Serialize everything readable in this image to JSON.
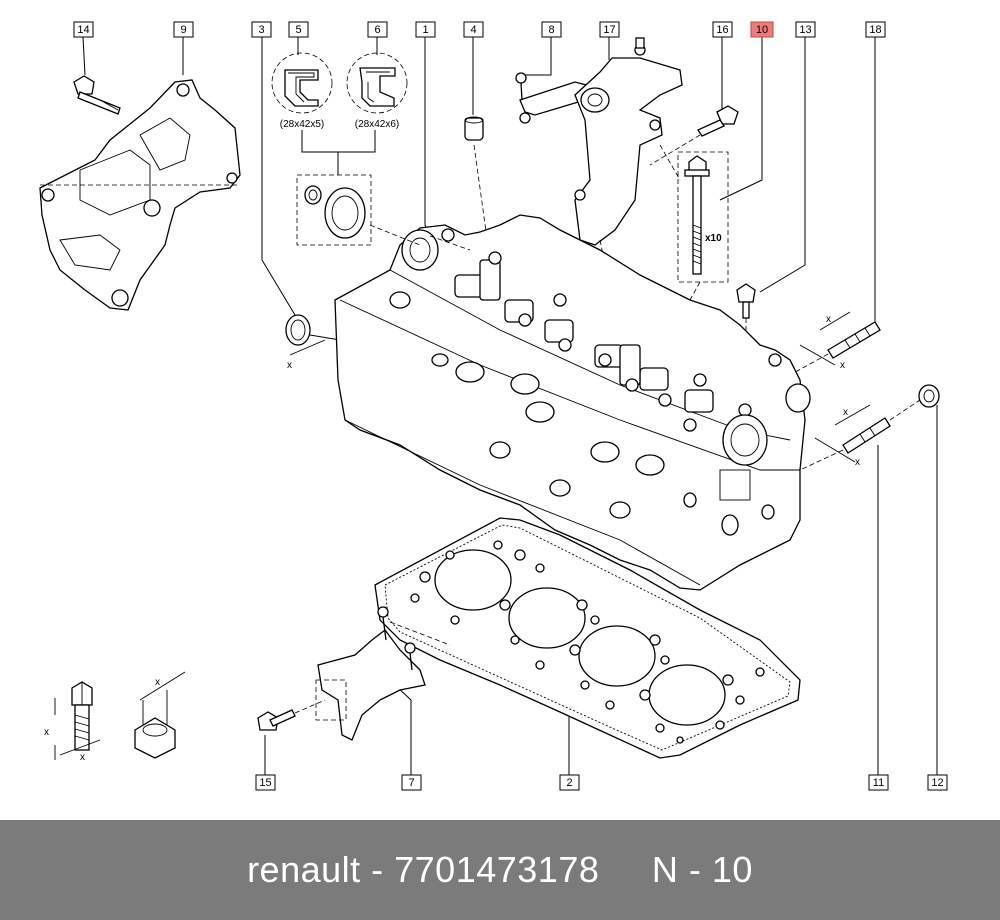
{
  "diagram": {
    "callouts": [
      "14",
      "9",
      "3",
      "5",
      "6",
      "1",
      "4",
      "8",
      "17",
      "16",
      "10",
      "13",
      "18",
      "15",
      "7",
      "2",
      "11",
      "12"
    ],
    "highlighted_callout": "10",
    "seal_labels": [
      "(28x42x5)",
      "(28x42x6)"
    ],
    "quantity_label": "x10",
    "dimension_marker": "x"
  },
  "footer": {
    "brand": "renault",
    "separator": " - ",
    "part_number": "7701473178",
    "position_label": "N - 10"
  }
}
